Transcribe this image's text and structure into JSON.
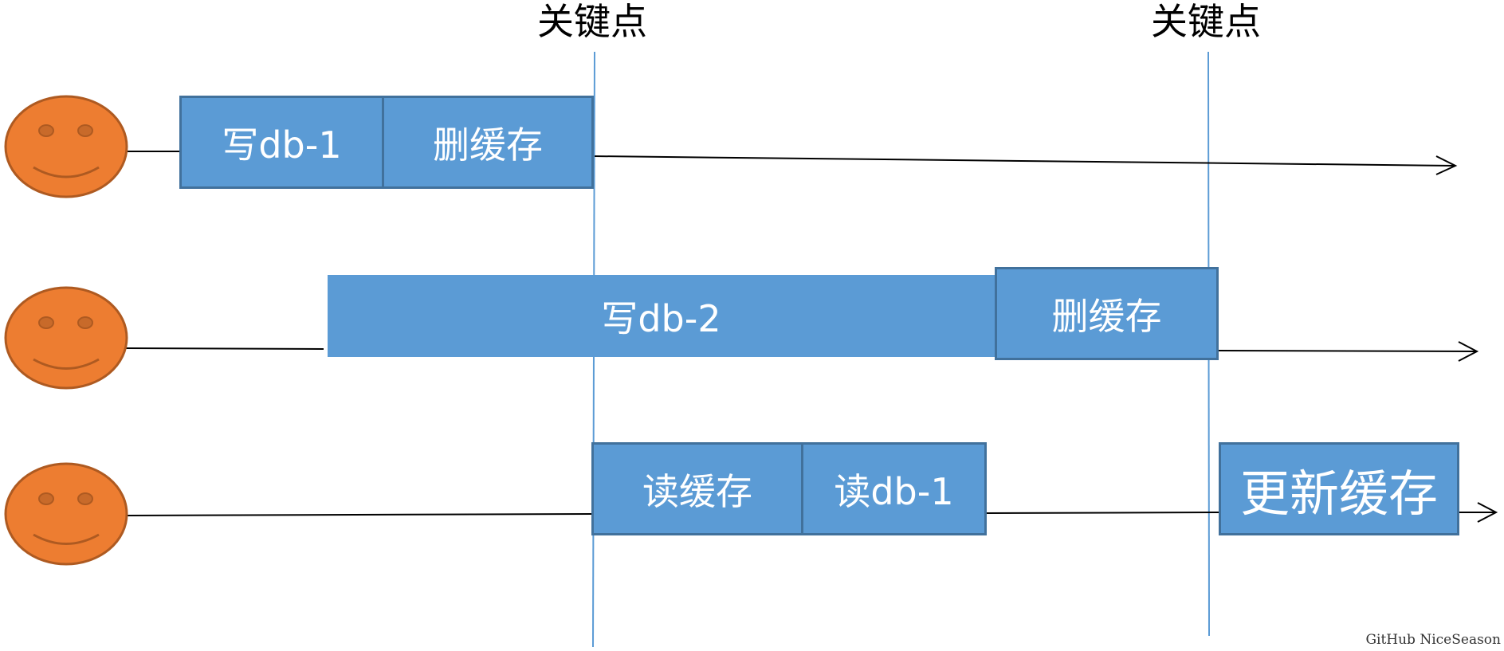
{
  "key_points": [
    "关键点",
    "关键点"
  ],
  "lanes": [
    {
      "steps": [
        "写db-1",
        "删缓存"
      ]
    },
    {
      "steps": [
        "写db-2",
        "删缓存"
      ]
    },
    {
      "steps": [
        "读缓存",
        "读db-1",
        "更新缓存"
      ]
    }
  ],
  "colors": {
    "box_fill": "#5b9bd5",
    "box_border": "#41719c",
    "face_fill": "#ed7d31",
    "face_border": "#ae5a21",
    "key_line": "#5b9bd5"
  },
  "watermark": "GitHub NiceSeason"
}
